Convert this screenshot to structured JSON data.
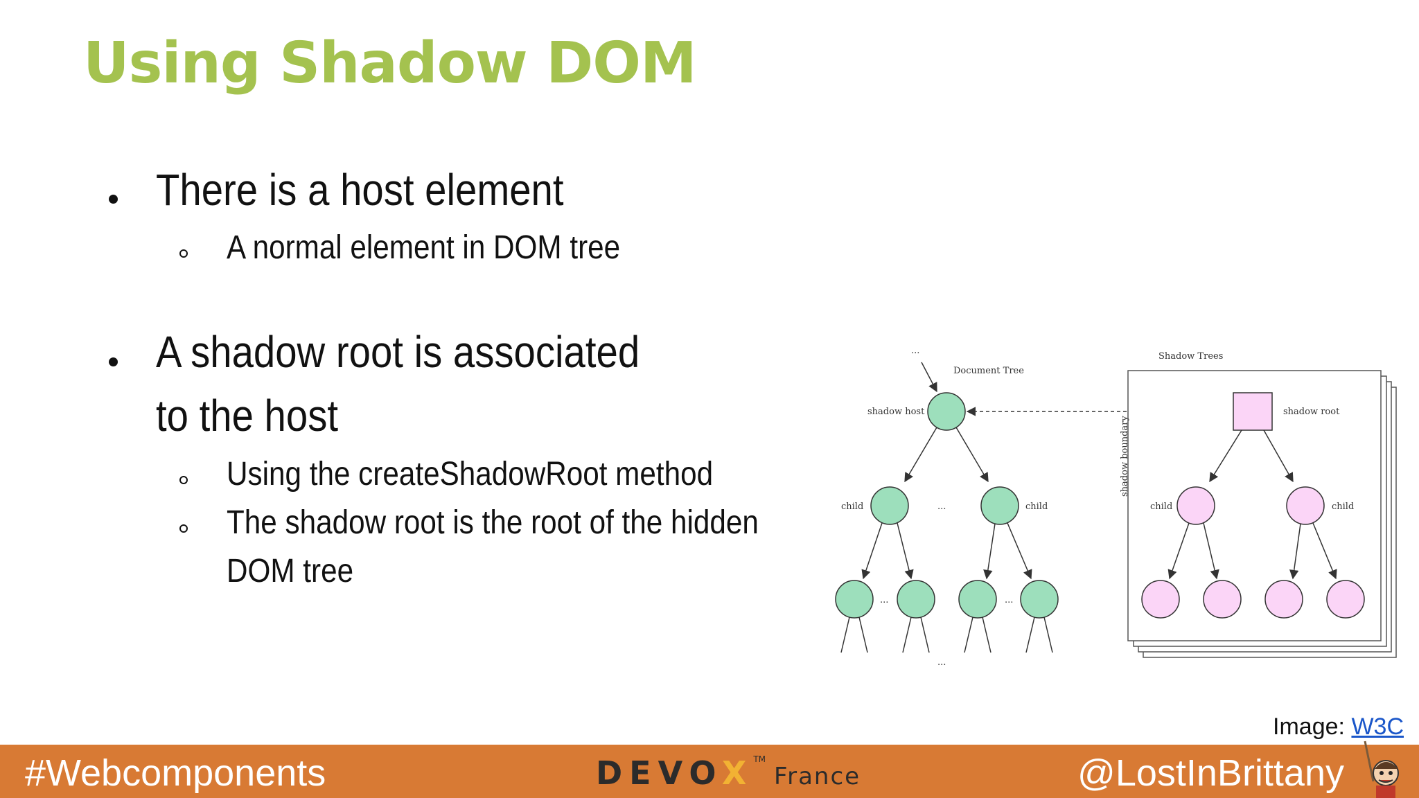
{
  "slide": {
    "title": "Using Shadow DOM",
    "bullets": [
      {
        "lines": [
          "There is a host element"
        ],
        "sub": [
          {
            "lines": [
              "A normal element in DOM tree"
            ]
          }
        ]
      },
      {
        "lines": [
          "A shadow root is associated",
          "to the host"
        ],
        "sub": [
          {
            "lines": [
              "Using the createShadowRoot method"
            ]
          },
          {
            "lines": [
              "The shadow root is the root of the hidden",
              "DOM tree"
            ]
          }
        ]
      }
    ],
    "colors": {
      "title": "#a4c24f",
      "footer": "#d87a34",
      "document_node": "#9ddfbc",
      "shadow_node": "#fbd5f7"
    }
  },
  "diagram": {
    "document_tree_label": "Document Tree",
    "shadow_trees_label": "Shadow Trees",
    "shadow_host_label": "shadow host",
    "shadow_root_label": "shadow root",
    "shadow_boundary_label": "shadow boundary",
    "child_label": "child",
    "ellipsis": "..."
  },
  "credit": {
    "prefix": "Image:",
    "link_text": "W3C"
  },
  "footer": {
    "hashtag": "#Webcomponents",
    "handle": "@LostInBrittany",
    "logo_word_a": "DEVO",
    "logo_word_b": "X",
    "logo_tm": "TM",
    "logo_france": "France",
    "avatar_icon": "cartoon-avatar-icon"
  }
}
